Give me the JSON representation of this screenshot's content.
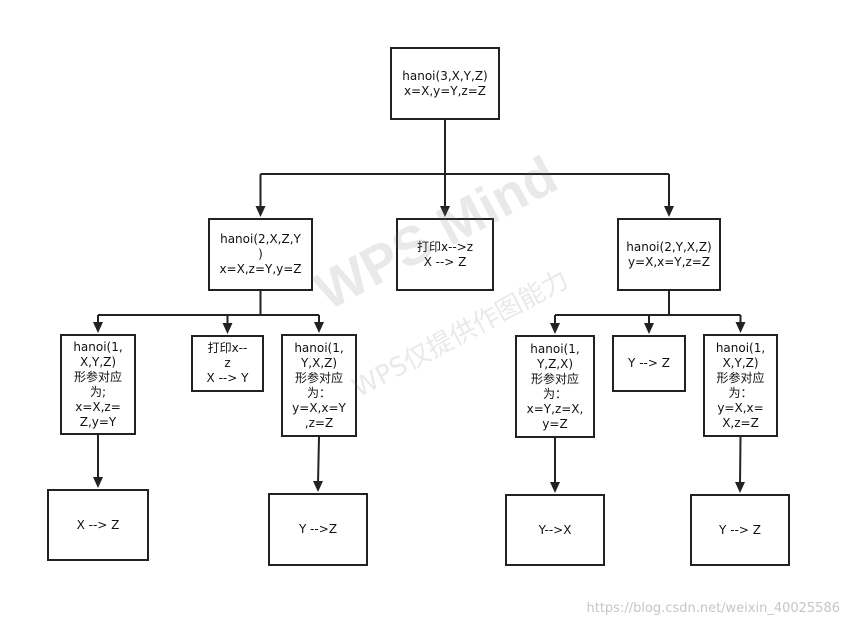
{
  "nodes": [
    {
      "id": "root",
      "label": "hanoi(3,X,Y,Z)\nx=X,y=Y,z=Z"
    },
    {
      "id": "l1-left",
      "label": "hanoi(2,X,Z,Y\n)\nx=X,z=Y,y=Z"
    },
    {
      "id": "l1-mid",
      "label": "打印x-->z\nX --> Z"
    },
    {
      "id": "l1-right",
      "label": "hanoi(2,Y,X,Z)\ny=X,x=Y,z=Z"
    },
    {
      "id": "l2-a",
      "label": "hanoi(1,\nX,Y,Z)\n形参对应\n为;\nx=X,z=\nZ,y=Y"
    },
    {
      "id": "l2-b",
      "label": "打印x--\nz\nX --> Y"
    },
    {
      "id": "l2-c",
      "label": "hanoi(1,\nY,X,Z)\n形参对应\n为：\ny=X,x=Y\n,z=Z"
    },
    {
      "id": "l2-d",
      "label": "hanoi(1,\nY,Z,X)\n形参对应\n为：\nx=Y,z=X,\ny=Z"
    },
    {
      "id": "l2-e",
      "label": "Y -->  Z"
    },
    {
      "id": "l2-f",
      "label": "hanoi(1,\nX,Y,Z)\n形参对应\n为：\ny=X,x=\nX,z=Z"
    },
    {
      "id": "leaf-a",
      "label": "X -->  Z"
    },
    {
      "id": "leaf-c",
      "label": "Y -->Z"
    },
    {
      "id": "leaf-d",
      "label": "Y-->X"
    },
    {
      "id": "leaf-f",
      "label": "Y -->  Z"
    }
  ],
  "edges": [
    {
      "from": "root",
      "to": "l1-left"
    },
    {
      "from": "root",
      "to": "l1-mid"
    },
    {
      "from": "root",
      "to": "l1-right"
    },
    {
      "from": "l1-left",
      "to": "l2-a"
    },
    {
      "from": "l1-left",
      "to": "l2-b"
    },
    {
      "from": "l1-left",
      "to": "l2-c"
    },
    {
      "from": "l1-right",
      "to": "l2-d"
    },
    {
      "from": "l1-right",
      "to": "l2-e"
    },
    {
      "from": "l1-right",
      "to": "l2-f"
    },
    {
      "from": "l2-a",
      "to": "leaf-a"
    },
    {
      "from": "l2-c",
      "to": "leaf-c"
    },
    {
      "from": "l2-d",
      "to": "leaf-d"
    },
    {
      "from": "l2-f",
      "to": "leaf-f"
    }
  ],
  "watermark": {
    "logo": "WPS Mind",
    "notice": "WPS仅提供作图能力"
  },
  "footer": {
    "credit": "https://blog.csdn.net/weixin_40025586"
  },
  "colors": {
    "line": "#222222",
    "border": "#222222",
    "text": "#111111"
  }
}
